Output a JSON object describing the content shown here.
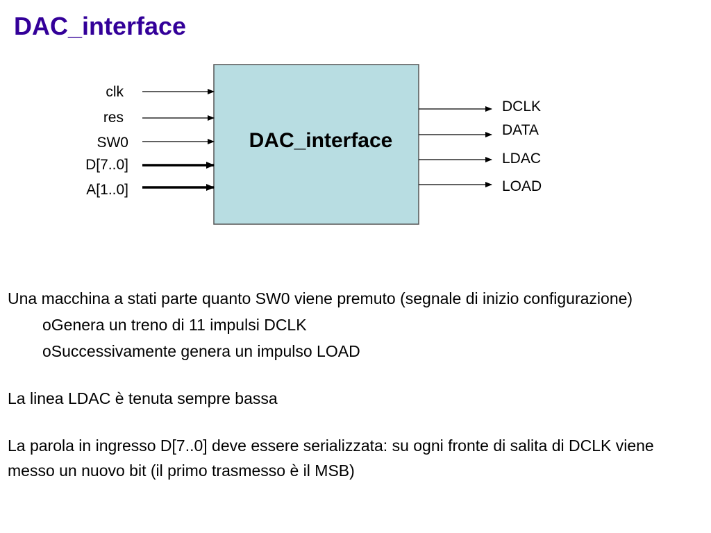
{
  "title": "DAC_interface",
  "colors": {
    "title": "#330099",
    "block_fill": "#b8dde2",
    "block_stroke": "#555555",
    "arrow": "#000000"
  },
  "diagram": {
    "block_label": "DAC_interface",
    "inputs": [
      {
        "label": "clk",
        "bus": false
      },
      {
        "label": "res",
        "bus": false
      },
      {
        "label": "SW0",
        "bus": false
      },
      {
        "label": "D[7..0]",
        "bus": true
      },
      {
        "label": "A[1..0]",
        "bus": true
      }
    ],
    "outputs": [
      {
        "label": "DCLK"
      },
      {
        "label": "DATA"
      },
      {
        "label": "LDAC"
      },
      {
        "label": "LOAD"
      }
    ]
  },
  "description": {
    "intro": "Una macchina a stati parte quanto SW0 viene premuto (segnale di inizio configurazione)",
    "bullets": [
      "oGenera un treno di 11 impulsi DCLK",
      "oSuccessivamente genera un impulso LOAD"
    ],
    "ldac_note": "La linea LDAC è tenuta sempre bassa",
    "serial_note": "La parola in ingresso D[7..0] deve essere serializzata: su ogni fronte di salita di DCLK viene messo un nuovo bit (il primo trasmesso è il MSB)"
  }
}
